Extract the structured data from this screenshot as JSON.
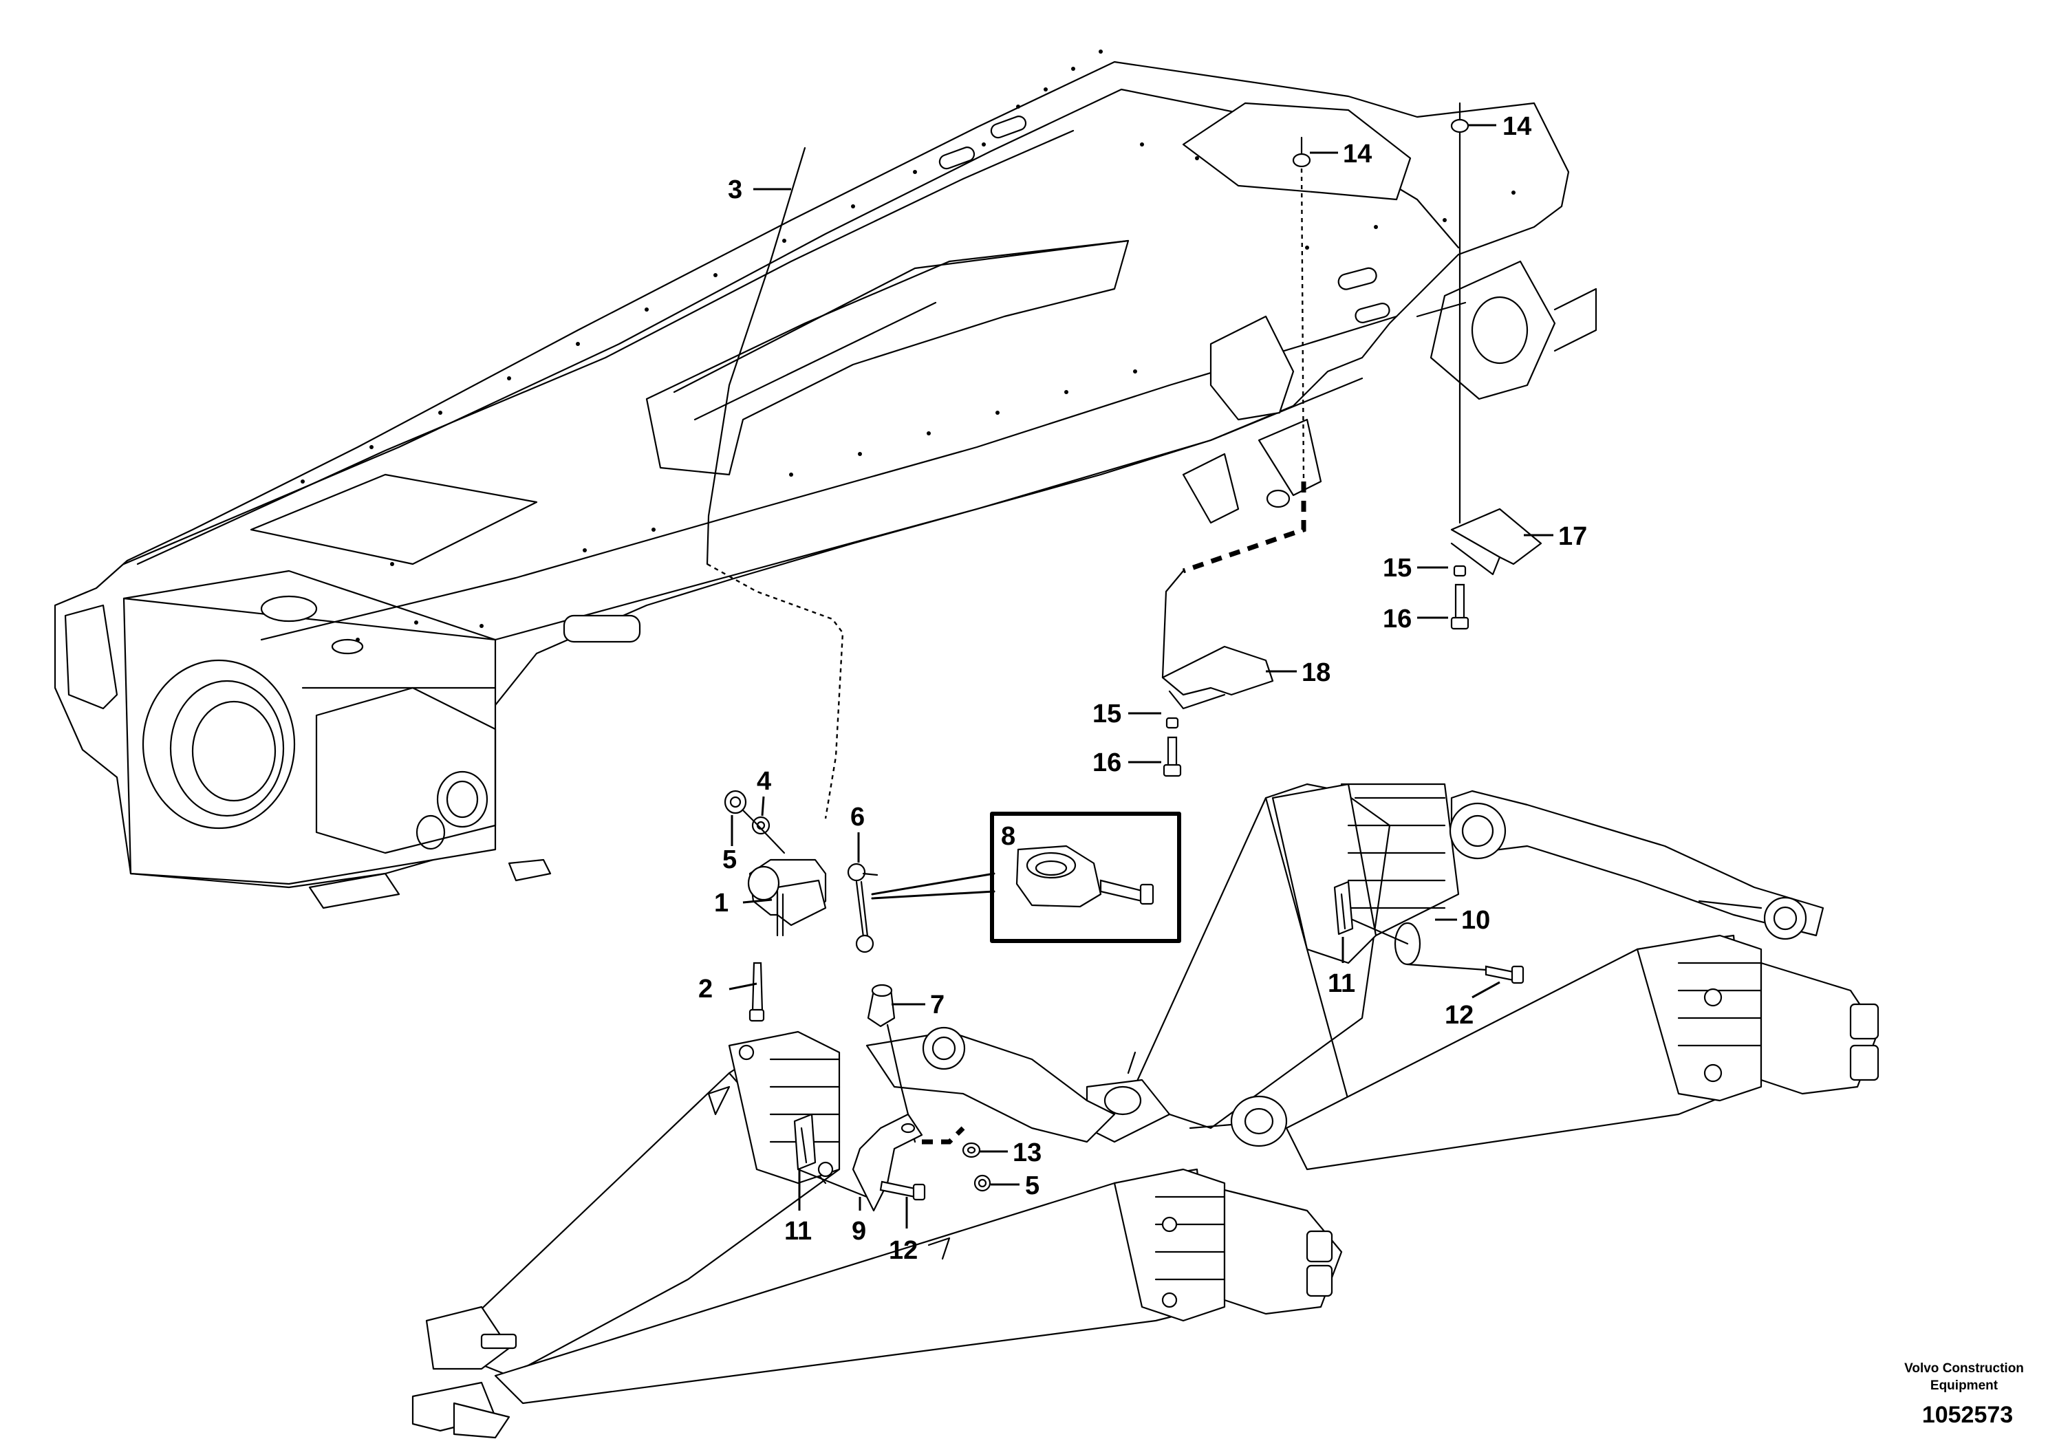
{
  "diagram": {
    "callouts": [
      {
        "id": "c3",
        "label": "3"
      },
      {
        "id": "c14a",
        "label": "14"
      },
      {
        "id": "c14b",
        "label": "14"
      },
      {
        "id": "c17",
        "label": "17"
      },
      {
        "id": "c15a",
        "label": "15"
      },
      {
        "id": "c16a",
        "label": "16"
      },
      {
        "id": "c18",
        "label": "18"
      },
      {
        "id": "c15b",
        "label": "15"
      },
      {
        "id": "c16b",
        "label": "16"
      },
      {
        "id": "c4",
        "label": "4"
      },
      {
        "id": "c5a",
        "label": "5"
      },
      {
        "id": "c6",
        "label": "6"
      },
      {
        "id": "c8",
        "label": "8"
      },
      {
        "id": "c1",
        "label": "1"
      },
      {
        "id": "c2",
        "label": "2"
      },
      {
        "id": "c7",
        "label": "7"
      },
      {
        "id": "c10",
        "label": "10"
      },
      {
        "id": "c11a",
        "label": "11"
      },
      {
        "id": "c12a",
        "label": "12"
      },
      {
        "id": "c13",
        "label": "13"
      },
      {
        "id": "c5b",
        "label": "5"
      },
      {
        "id": "c11b",
        "label": "11"
      },
      {
        "id": "c9",
        "label": "9"
      },
      {
        "id": "c12b",
        "label": "12"
      }
    ]
  },
  "footer": {
    "company_line1": "Volvo Construction",
    "company_line2": "Equipment",
    "drawing_number": "1052573"
  }
}
